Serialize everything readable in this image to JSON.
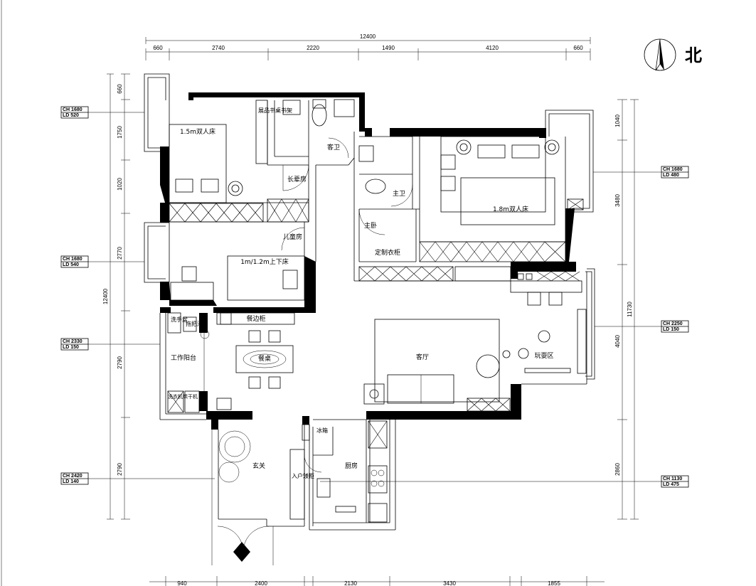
{
  "north": {
    "label": "北"
  },
  "dimensions": {
    "top_total": "12400",
    "top": [
      "660",
      "2740",
      "2220",
      "1490",
      "4120",
      "660"
    ],
    "left_total": "12400",
    "left": [
      "660",
      "1750",
      "1020",
      "2770",
      "2790",
      "2790"
    ],
    "right_total": "11730",
    "right": [
      "1040",
      "3480",
      "4040",
      "2860"
    ],
    "bottom": [
      "940",
      "2400",
      "2130",
      "3430",
      "1855"
    ]
  },
  "rooms": {
    "guest_bed": "1.5m双人床",
    "display_desk": "展品书桌书架",
    "guest_bath": "客卫",
    "elder_room": "长辈房",
    "master_bath": "主卫",
    "master_bedroom": "主卧",
    "master_bed": "1.8m双人床",
    "wardrobe": "定制衣柜",
    "kids_room": "儿童房",
    "bunk_bed": "1m/1.2m上下床",
    "sideboard": "餐边柜",
    "dining_table": "餐桌",
    "living_room": "客厅",
    "play_area": "玩耍区",
    "work_balcony": "工作阳台",
    "hand_basin": "洗手盆",
    "mop_pool": "拖把池",
    "washer_dryer": "洗衣机烘干机",
    "fridge": "冰箱",
    "entrance": "玄关",
    "kitchen": "厨房",
    "shoe_cabinet": "入户矮柜"
  },
  "tags": [
    {
      "ch": "CH 1680",
      "ld": "LD 520"
    },
    {
      "ch": "CH 1680",
      "ld": "LD 540"
    },
    {
      "ch": "CH 2330",
      "ld": "LD 150"
    },
    {
      "ch": "CH 2420",
      "ld": "LD 140"
    },
    {
      "ch": "CH 1680",
      "ld": "LD 480"
    },
    {
      "ch": "CH 2250",
      "ld": "LD 150"
    },
    {
      "ch": "CH 1130",
      "ld": "LD 475"
    }
  ]
}
